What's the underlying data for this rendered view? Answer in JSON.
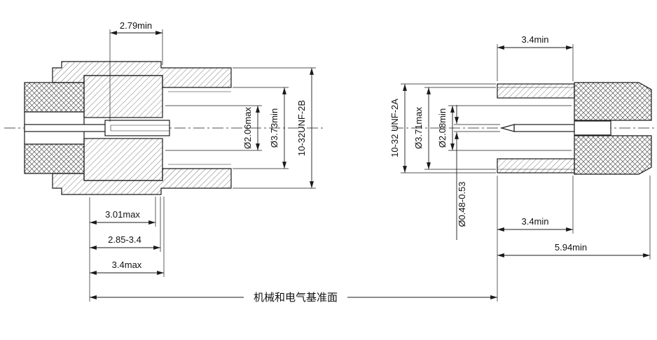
{
  "drawing": {
    "baseline_label": "机械和电气基准面",
    "left_view": {
      "dim_top": "2.79min",
      "dim_socket_dia": "Ø2.06max",
      "dim_bore_dia": "Ø3.73min",
      "thread_callout": "10-32UNF-2B",
      "dim_depth_1": "3.01max",
      "dim_depth_2": "2.85-3.4",
      "dim_depth_3": "3.4max"
    },
    "right_view": {
      "dim_top": "3.4min",
      "thread_callout": "10-32 UNF-2A",
      "dim_outer_dia": "Ø3.71max",
      "dim_inner_dia": "Ø2.08min",
      "dim_pin_dia": "Ø0.48-0.53",
      "dim_bottom_1": "3.4min",
      "dim_bottom_2": "5.94min"
    }
  }
}
